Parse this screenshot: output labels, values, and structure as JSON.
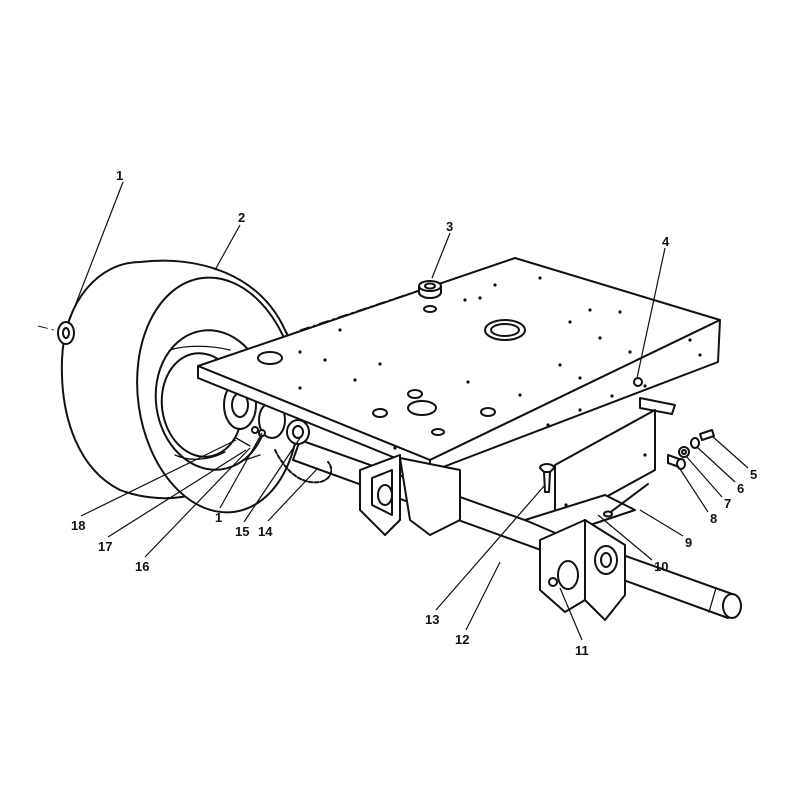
{
  "callouts": [
    {
      "id": "c1a",
      "label": "1"
    },
    {
      "id": "c2",
      "label": "2"
    },
    {
      "id": "c3",
      "label": "3"
    },
    {
      "id": "c4",
      "label": "4"
    },
    {
      "id": "c5",
      "label": "5"
    },
    {
      "id": "c6",
      "label": "6"
    },
    {
      "id": "c7",
      "label": "7"
    },
    {
      "id": "c8",
      "label": "8"
    },
    {
      "id": "c9",
      "label": "9"
    },
    {
      "id": "c10",
      "label": "10"
    },
    {
      "id": "c11",
      "label": "11"
    },
    {
      "id": "c12",
      "label": "12"
    },
    {
      "id": "c13",
      "label": "13"
    },
    {
      "id": "c14",
      "label": "14"
    },
    {
      "id": "c15",
      "label": "15"
    },
    {
      "id": "c1b",
      "label": "1"
    },
    {
      "id": "c16",
      "label": "16"
    },
    {
      "id": "c17",
      "label": "17"
    },
    {
      "id": "c18",
      "label": "18"
    }
  ]
}
